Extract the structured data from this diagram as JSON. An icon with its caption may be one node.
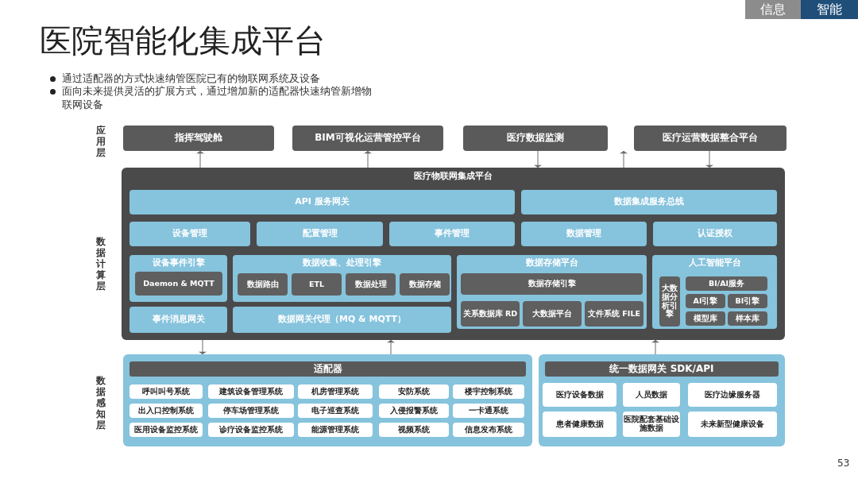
{
  "diagram": {
    "title": "医院智能化集成平台",
    "nodes": [
      {
        "text": [
          "信息"
        ]
      },
      {
        "text": [
          "智能"
        ]
      },
      {
        "text": [
          "指挥驾驶舱"
        ]
      },
      {
        "text": [
          "BIM可视化运营管控平台"
        ]
      },
      {
        "text": [
          "医疗数据监测"
        ]
      },
      {
        "text": [
          "医疗运营数据整合平台"
        ]
      },
      {
        "text": [
          "医疗物联网集成平台"
        ]
      },
      {
        "text": [
          "API 服务网关"
        ],
        "in": 6
      },
      {
        "text": [
          "数据集成服务总线"
        ],
        "in": 6
      },
      {
        "text": [
          "设备管理"
        ],
        "in": 6
      },
      {
        "text": [
          "配置管理"
        ],
        "in": 6
      },
      {
        "text": [
          "事件管理"
        ],
        "in": 6
      },
      {
        "text": [
          "数据管理"
        ],
        "in": 6
      },
      {
        "text": [
          "认证授权"
        ],
        "in": 6
      },
      {
        "text": [
          "设备事件引擎"
        ],
        "in": 6
      },
      {
        "text": [
          "Daemon & MQTT"
        ],
        "in": 14
      },
      {
        "text": [
          "数据收集、处理引擎"
        ],
        "in": 6
      },
      {
        "text": [
          "数据路由"
        ],
        "in": 16
      },
      {
        "text": [
          "ETL"
        ],
        "in": 16
      },
      {
        "text": [
          "数据处理"
        ],
        "in": 16
      },
      {
        "text": [
          "数据存储"
        ],
        "in": 16
      },
      {
        "text": [
          "事件消息网关"
        ],
        "in": 6
      },
      {
        "text": [
          "数据网关代理（MQ & MQTT）"
        ],
        "in": 6
      },
      {
        "text": [
          "数据存储平台"
        ],
        "in": 6
      },
      {
        "text": [
          "数据存储引擎"
        ],
        "in": 23
      },
      {
        "text": [
          "关系数据库 RD"
        ],
        "in": 23
      },
      {
        "text": [
          "大数据平台"
        ],
        "in": 23
      },
      {
        "text": [
          "文件系统 FILE"
        ],
        "in": 23
      },
      {
        "text": [
          "人工智能平台"
        ],
        "in": 6
      },
      {
        "text": [
          "大数据分析引擎"
        ],
        "in": 28
      },
      {
        "text": [
          "BI/AI服务"
        ],
        "in": 28
      },
      {
        "text": [
          "AI引擎"
        ],
        "in": 28
      },
      {
        "text": [
          "BI引擎"
        ],
        "in": 28
      },
      {
        "text": [
          "模型库"
        ],
        "in": 28
      },
      {
        "text": [
          "样本库"
        ],
        "in": 28
      },
      {
        "text": [
          "适配器"
        ]
      },
      {
        "text": [
          "呼叫叫号系统"
        ],
        "in": 35
      },
      {
        "text": [
          "建筑设备管理系统"
        ],
        "in": 35
      },
      {
        "text": [
          "机房管理系统"
        ],
        "in": 35
      },
      {
        "text": [
          "安防系统"
        ],
        "in": 35
      },
      {
        "text": [
          "楼宇控制系统"
        ],
        "in": 35
      },
      {
        "text": [
          "出入口控制系统"
        ],
        "in": 35
      },
      {
        "text": [
          "停车场管理系统"
        ],
        "in": 35
      },
      {
        "text": [
          "电子巡查系统"
        ],
        "in": 35
      },
      {
        "text": [
          "入侵报警系统"
        ],
        "in": 35
      },
      {
        "text": [
          "一卡通系统"
        ],
        "in": 35
      },
      {
        "text": [
          "医用设备监控系统"
        ],
        "in": 35
      },
      {
        "text": [
          "诊疗设备监控系统"
        ],
        "in": 35
      },
      {
        "text": [
          "能源管理系统"
        ],
        "in": 35
      },
      {
        "text": [
          "视频系统"
        ],
        "in": 35
      },
      {
        "text": [
          "信息发布系统"
        ],
        "in": 35
      },
      {
        "text": [
          "统一数据网关 SDK/API"
        ]
      },
      {
        "text": [
          "医疗设备数据"
        ],
        "in": 51
      },
      {
        "text": [
          "人员数据"
        ],
        "in": 51
      },
      {
        "text": [
          "医疗边缘服务器"
        ],
        "in": 51
      },
      {
        "text": [
          "患者健康数据"
        ],
        "in": 51
      },
      {
        "text": [
          "医院配套基础设施数据"
        ],
        "in": 51
      },
      {
        "text": [
          "未来新型健康设备"
        ],
        "in": 51
      }
    ],
    "edges": [
      {
        "from": 6,
        "to": 2,
        "arrow": "to"
      },
      {
        "from": 6,
        "to": 3,
        "arrow": "to"
      },
      {
        "from": 4,
        "to": 6,
        "arrow": "to"
      },
      {
        "from": 6,
        "to": 5,
        "arrow": "to"
      },
      {
        "from": 5,
        "to": 6,
        "arrow": "to"
      },
      {
        "from": 6,
        "to": 35,
        "arrow": "to"
      },
      {
        "from": 35,
        "to": 6,
        "arrow": "to"
      },
      {
        "from": 51,
        "to": 6,
        "arrow": "to"
      }
    ],
    "labels": [
      "通过适配器的方式快速纳管医院已有的物联网系统及设备",
      "面向未来提供灵活的扩展方式，通过增加新的适配器快速纳管新增物联网设备",
      "应用层",
      "数据计算层",
      "数据感知层",
      "53"
    ]
  }
}
